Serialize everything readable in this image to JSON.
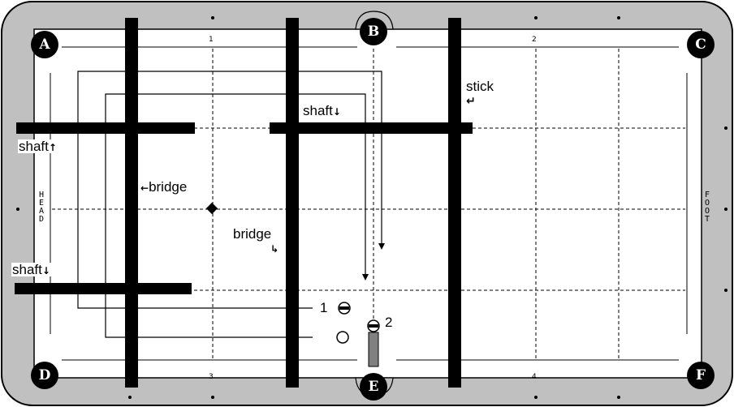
{
  "pockets": {
    "a": "A",
    "b": "B",
    "c": "C",
    "d": "D",
    "e": "E",
    "f": "F"
  },
  "diamond_numbers": {
    "n1": "1",
    "n2": "2",
    "n3": "3",
    "n4": "4"
  },
  "rail_labels": {
    "head": "HEAD",
    "foot": "FOOT"
  },
  "labels": {
    "stick": "stick",
    "shaft": "shaft",
    "bridge": "bridge",
    "ball_1": "1",
    "ball_2": "2"
  },
  "colors": {
    "rail": "#c0c0c0",
    "cloth": "#ffffff",
    "stick": "#000000",
    "cue_grey": "#808080"
  }
}
